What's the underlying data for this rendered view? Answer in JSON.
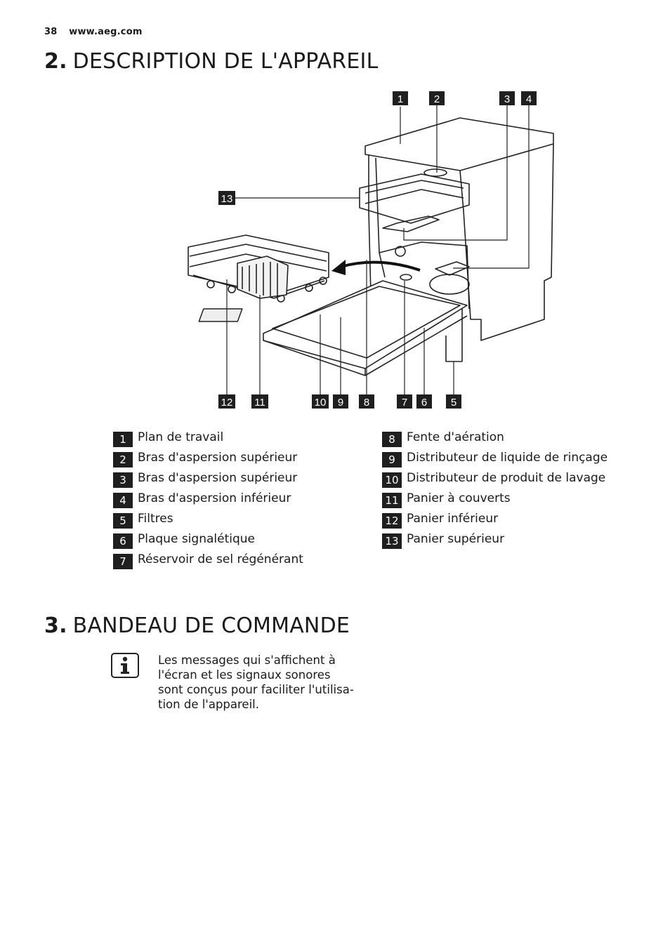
{
  "header": {
    "page_number": "38",
    "website": "www.aeg.com"
  },
  "section2": {
    "number": "2.",
    "title": "DESCRIPTION DE L'APPAREIL"
  },
  "section3": {
    "number": "3.",
    "title": "BANDEAU DE COMMANDE"
  },
  "callouts": [
    "1",
    "2",
    "3",
    "4",
    "5",
    "6",
    "7",
    "8",
    "9",
    "10",
    "11",
    "12",
    "13"
  ],
  "legend_left": [
    {
      "num": "1",
      "label": "Plan de travail"
    },
    {
      "num": "2",
      "label": "Bras d'aspersion supérieur"
    },
    {
      "num": "3",
      "label": "Bras d'aspersion supérieur"
    },
    {
      "num": "4",
      "label": "Bras d'aspersion inférieur"
    },
    {
      "num": "5",
      "label": "Filtres"
    },
    {
      "num": "6",
      "label": "Plaque signalétique"
    },
    {
      "num": "7",
      "label": "Réservoir de sel régénérant"
    }
  ],
  "legend_right": [
    {
      "num": "8",
      "label": "Fente d'aération"
    },
    {
      "num": "9",
      "label": "Distributeur de liquide de rinçage"
    },
    {
      "num": "10",
      "label": "Distributeur de produit de lavage"
    },
    {
      "num": "11",
      "label": "Panier à couverts"
    },
    {
      "num": "12",
      "label": "Panier inférieur"
    },
    {
      "num": "13",
      "label": "Panier supérieur"
    }
  ],
  "info_note": {
    "icon": "info-icon",
    "lines": [
      "Les messages qui s'affichent à",
      "l'écran et les signaux sonores",
      "sont conçus pour faciliter l'utilisa-",
      "tion de l'appareil."
    ]
  }
}
